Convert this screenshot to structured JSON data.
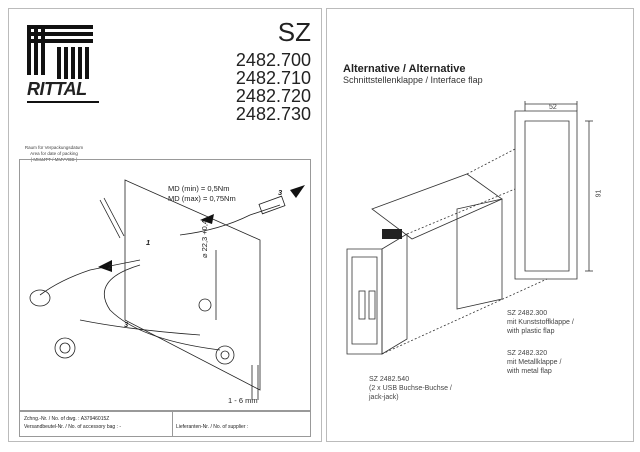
{
  "brand": "RITTAL",
  "header": {
    "series": "SZ",
    "part_numbers": [
      "2482.700",
      "2482.710",
      "2482.720",
      "2482.730"
    ]
  },
  "packing_area": [
    "Raum für Verpackungsdatum",
    "Area for date of packing",
    "( MMJJTT / MMYYDD )"
  ],
  "left_drawing": {
    "torque_min": "MD (min) = 0,5Nm",
    "torque_max": "MD (max) = 0,75Nm",
    "diameter": "⌀ 22,3 +0,4",
    "thickness": "1 - 6 mm",
    "steps": [
      "1",
      "2",
      "3",
      "3",
      "3"
    ]
  },
  "footer": {
    "drawing_no": "Zchng.-Nr. / No. of dwg. : A37946015Z",
    "accessory_bag": "Versandbeutel-Nr. / No. of accessory bag : -",
    "supplier": "Lieferanten-Nr. / No. of supplier :"
  },
  "right": {
    "title": "Alternative / Alternative",
    "subtitle": "Schnittstellenklappe / Interface flap",
    "dim_width": "52",
    "dim_height": "91",
    "notes": [
      {
        "part": "SZ 2482.300",
        "lines": [
          "mit Kunststoffklappe /",
          "with plastic flap"
        ]
      },
      {
        "part": "SZ 2482.320",
        "lines": [
          "mit Metallklappe /",
          "with metal flap"
        ]
      },
      {
        "part": "SZ 2482.540",
        "lines": [
          "(2 x USB Buchse-Buchse /",
          "jack-jack)"
        ]
      }
    ]
  }
}
